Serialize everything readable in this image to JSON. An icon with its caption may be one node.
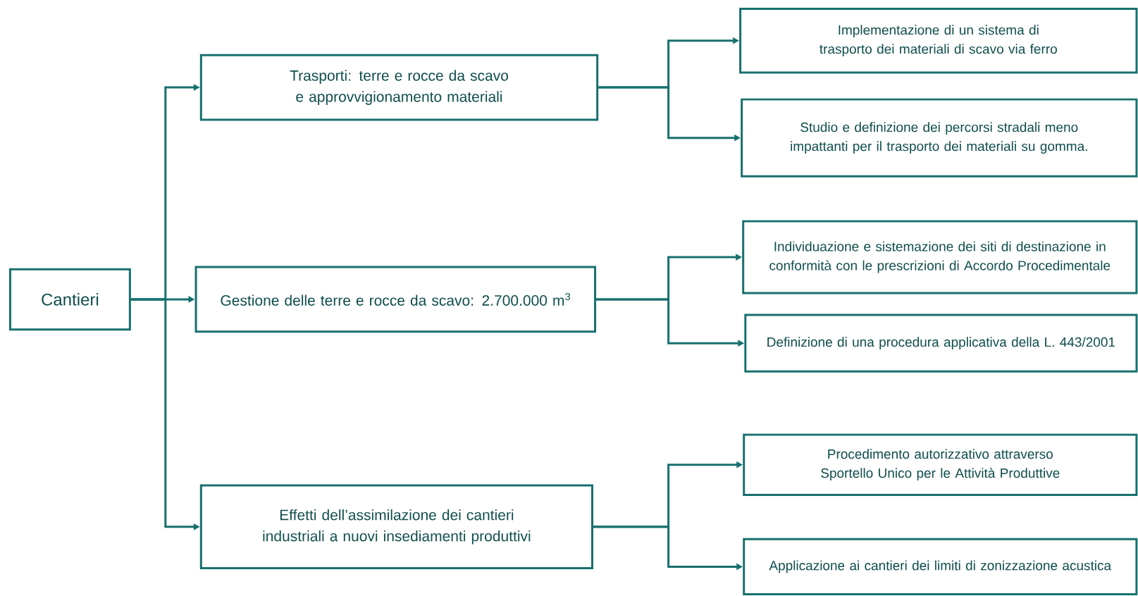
{
  "diagram": {
    "nodes": [
      {
        "text": [
          "Cantieri"
        ]
      },
      {
        "text": [
          "Trasporti: terre e rocce da scavo e approvvigionamento materiali"
        ]
      },
      {
        "text": [
          "Gestione delle terre e rocce da scavo: 2.700.000 m$^{3}$"
        ]
      },
      {
        "text": [
          "Effetti dell’assimilazione dei cantieri industriali a nuovi insediamenti produttivi"
        ]
      },
      {
        "text": [
          "Implementazione di un sistema di trasporto dei materiali di scavo via ferro"
        ]
      },
      {
        "text": [
          "Studio e definizione dei percorsi stradali meno impattanti per il trasporto dei materiali su gomma."
        ]
      },
      {
        "text": [
          "Individuazione e sistemazione dei siti di destinazione in conformità con le prescrizioni di Accordo Procedimentale"
        ]
      },
      {
        "text": [
          "Definizione di una procedura applicativa della L. 443/2001"
        ]
      },
      {
        "text": [
          "Procedimento autorizzativo attraverso Sportello Unico per le Attività Produttive"
        ]
      },
      {
        "text": [
          "Applicazione ai cantieri dei limiti di zonizzazione acustica"
        ]
      }
    ],
    "edges": [
      {
        "from": 0,
        "to": 1,
        "arrow": "to"
      },
      {
        "from": 0,
        "to": 2,
        "arrow": "to"
      },
      {
        "from": 0,
        "to": 3,
        "arrow": "to"
      },
      {
        "from": 1,
        "to": 4,
        "arrow": "to"
      },
      {
        "from": 1,
        "to": 5,
        "arrow": "to"
      },
      {
        "from": 2,
        "to": 6,
        "arrow": "to"
      },
      {
        "from": 2,
        "to": 7,
        "arrow": "to"
      },
      {
        "from": 3,
        "to": 8,
        "arrow": "to"
      },
      {
        "from": 3,
        "to": 9,
        "arrow": "to"
      }
    ]
  }
}
